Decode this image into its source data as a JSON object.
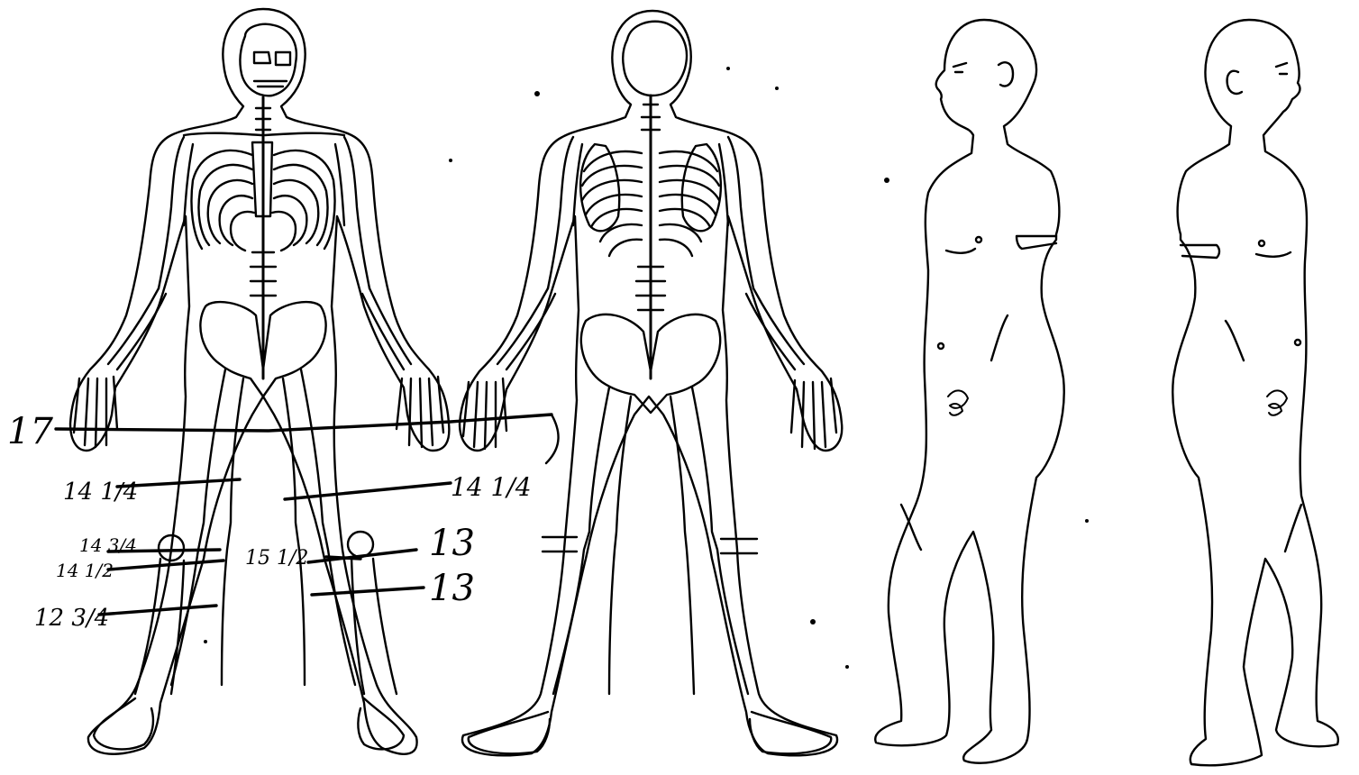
{
  "figures": [
    {
      "key": "skeleton-front"
    },
    {
      "key": "skeleton-back"
    },
    {
      "key": "body-side-left"
    },
    {
      "key": "body-side-right"
    }
  ],
  "annotations": [
    {
      "key": "a17",
      "text": "17"
    },
    {
      "key": "a14q-left",
      "text": "14 1/4"
    },
    {
      "key": "a14q-right",
      "text": "14 1/4"
    },
    {
      "key": "a14b",
      "text": "14 3/4"
    },
    {
      "key": "a14h",
      "text": "14 1/2"
    },
    {
      "key": "a15h",
      "text": "15 1/2"
    },
    {
      "key": "a13-upper",
      "text": "13"
    },
    {
      "key": "a13-lower",
      "text": "13"
    },
    {
      "key": "a12",
      "text": "12 3/4"
    }
  ],
  "colors": {
    "ink": "#000000",
    "paper": "#ffffff"
  }
}
